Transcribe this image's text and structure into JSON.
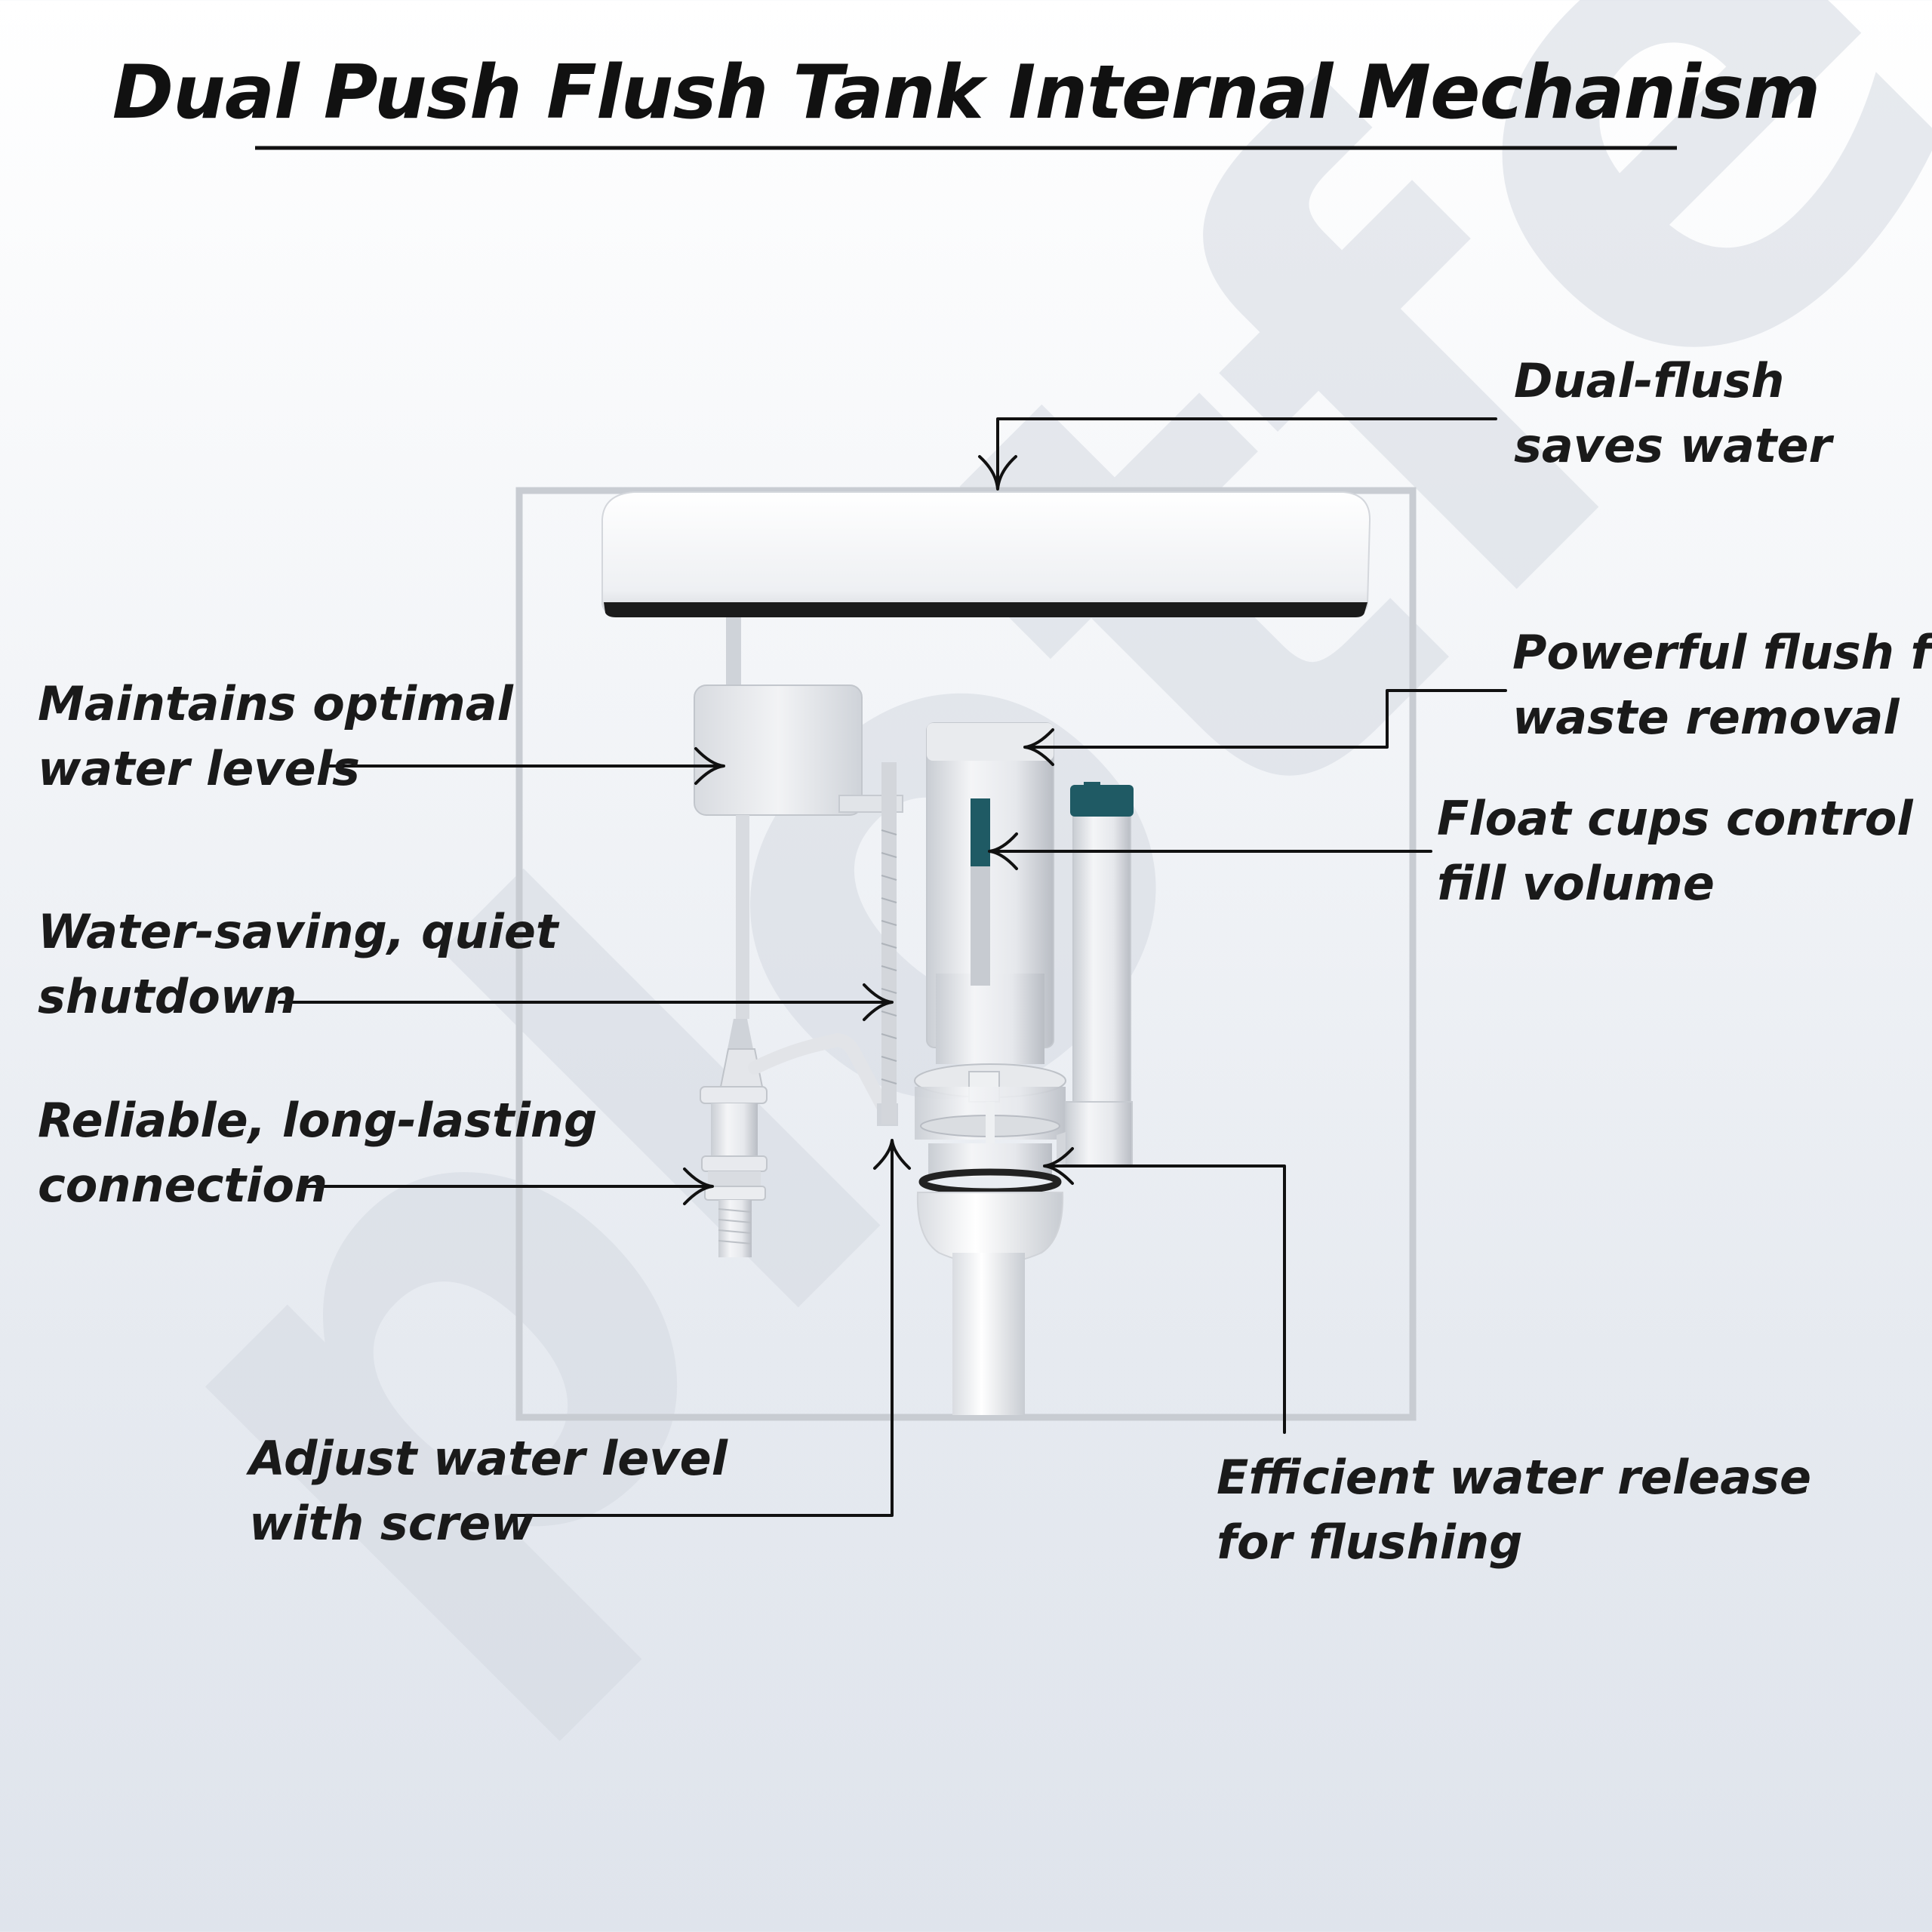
{
  "title": "Dual Push Flush Tank Internal Mechanism",
  "watermark": "plotfex",
  "colors": {
    "accent": "#1f5a64",
    "line": "#111111",
    "background": "#e6eaf0"
  },
  "labels": {
    "dual_flush": [
      "Dual-flush",
      "saves water"
    ],
    "powerful_flush": [
      "Powerful flush for",
      "waste removal"
    ],
    "float_cups": [
      "Float cups control",
      "fill volume"
    ],
    "optimal_levels": [
      "Maintains optimal",
      "water levels"
    ],
    "quiet_shutdown": [
      "Water-saving, quiet",
      "shutdown"
    ],
    "connection": [
      "Reliable, long-lasting",
      "connection"
    ],
    "adjust_screw": [
      "Adjust water level",
      "with screw"
    ],
    "water_release": [
      "Efficient water release",
      "for flushing"
    ]
  }
}
